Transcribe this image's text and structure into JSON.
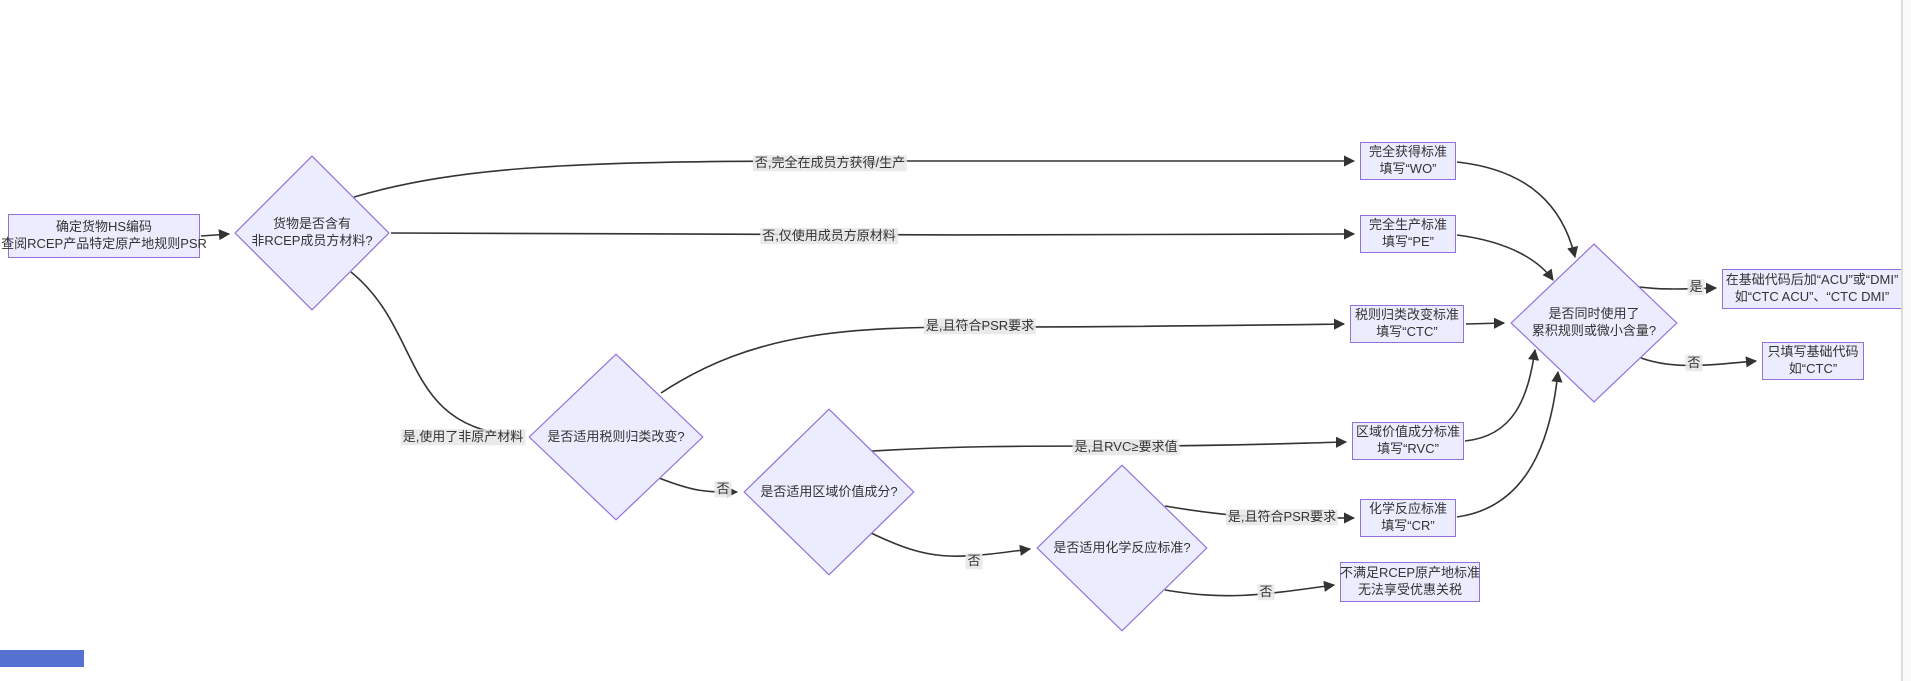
{
  "page": {
    "background": "#ffffff"
  },
  "flowchart": {
    "nodes": {
      "start": {
        "lines": [
          "确定货物HS编码",
          "查阅RCEP产品特定原产地规则PSR"
        ]
      },
      "d1": {
        "lines": [
          "货物是否含有",
          "非RCEP成员方材料?"
        ]
      },
      "wo": {
        "lines": [
          "完全获得标准",
          "填写“WO”"
        ]
      },
      "pe": {
        "lines": [
          "完全生产标准",
          "填写“PE”"
        ]
      },
      "d2": {
        "lines": [
          "是否适用税则归类改变?"
        ]
      },
      "ctc": {
        "lines": [
          "税则归类改变标准",
          "填写“CTC”"
        ]
      },
      "d3": {
        "lines": [
          "是否适用区域价值成分?"
        ]
      },
      "rvc": {
        "lines": [
          "区域价值成分标准",
          "填写“RVC”"
        ]
      },
      "d4": {
        "lines": [
          "是否适用化学反应标准?"
        ]
      },
      "cr": {
        "lines": [
          "化学反应标准",
          "填写“CR”"
        ]
      },
      "fail": {
        "lines": [
          "不满足RCEP原产地标准",
          "无法享受优惠关税"
        ]
      },
      "d5": {
        "lines": [
          "是否同时使用了",
          "累积规则或微小含量?"
        ]
      },
      "acu": {
        "lines": [
          "在基础代码后加“ACU”或“DMI”",
          "如“CTC ACU”、“CTC DMI”"
        ]
      },
      "base": {
        "lines": [
          "只填写基础代码",
          "如“CTC”"
        ]
      }
    },
    "edges": [
      {
        "from": "start",
        "to": "d1",
        "label": ""
      },
      {
        "from": "d1",
        "to": "wo",
        "label": "否,完全在成员方获得/生产"
      },
      {
        "from": "d1",
        "to": "pe",
        "label": "否,仅使用成员方原材料"
      },
      {
        "from": "d1",
        "to": "d2",
        "label": "是,使用了非原产材料"
      },
      {
        "from": "d2",
        "to": "ctc",
        "label": "是,且符合PSR要求"
      },
      {
        "from": "d2",
        "to": "d3",
        "label": "否"
      },
      {
        "from": "d3",
        "to": "rvc",
        "label": "是,且RVC≥要求值"
      },
      {
        "from": "d3",
        "to": "d4",
        "label": "否"
      },
      {
        "from": "d4",
        "to": "cr",
        "label": "是,且符合PSR要求"
      },
      {
        "from": "d4",
        "to": "fail",
        "label": "否"
      },
      {
        "from": "wo",
        "to": "d5",
        "label": ""
      },
      {
        "from": "pe",
        "to": "d5",
        "label": ""
      },
      {
        "from": "ctc",
        "to": "d5",
        "label": ""
      },
      {
        "from": "rvc",
        "to": "d5",
        "label": ""
      },
      {
        "from": "cr",
        "to": "d5",
        "label": ""
      },
      {
        "from": "d5",
        "to": "acu",
        "label": "是"
      },
      {
        "from": "d5",
        "to": "base",
        "label": "否"
      }
    ],
    "colors": {
      "node_fill": "#ECECFF",
      "node_border": "#9370DB",
      "edge": "#333333",
      "edge_label_bg": "#e8e8e8",
      "text": "#333333",
      "accent_bar": "#5571d2"
    }
  }
}
